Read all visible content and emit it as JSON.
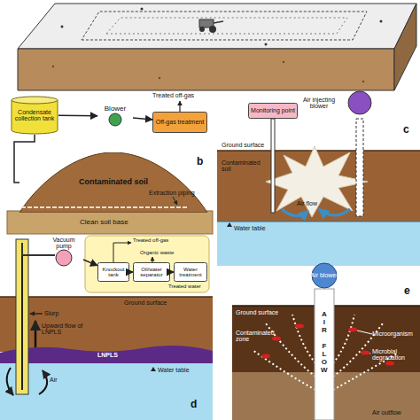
{
  "diagram": {
    "nodes": [
      {
        "text": [
          "Condensate collection tank"
        ]
      },
      {
        "text": [
          "Blower"
        ]
      },
      {
        "text": [
          "Off-gas treatment"
        ]
      },
      {
        "text": [
          "Contaminated soil"
        ]
      },
      {
        "text": [
          "Monitoring point"
        ]
      },
      {
        "text": [
          "Air injecting blower"
        ]
      },
      {
        "text": [
          "Vacuum pump"
        ]
      },
      {
        "text": [
          "Knockout tank"
        ]
      },
      {
        "text": [
          "Oil/water separator"
        ]
      },
      {
        "text": [
          "Water treatment"
        ]
      },
      {
        "text": [
          "Air blower"
        ]
      }
    ],
    "edges": [
      {
        "from": 3,
        "to": 0,
        "arrow": "none"
      },
      {
        "from": 0,
        "to": 1,
        "arrow": "to"
      },
      {
        "from": 1,
        "to": 2,
        "arrow": "to"
      },
      {
        "from": 6,
        "to": 7,
        "arrow": "to"
      },
      {
        "from": 7,
        "to": 8,
        "arrow": "to"
      },
      {
        "from": 8,
        "to": 9,
        "arrow": "to"
      }
    ],
    "labels": [
      "Treated off-gas",
      "Extraction piping",
      "Clean soil base",
      "b",
      "Ground surface",
      "Contaminated soil",
      "Air flow",
      "Water table",
      "c",
      "Treated off-gas",
      "Organic waste",
      "Treated water",
      "Ground surface",
      "Slurp",
      "Upward flow of LNPLS",
      "LNPLS",
      "Air",
      "Water table",
      "d",
      "Ground surface",
      "Contaminated zone",
      "Microorganism",
      "Microbial degradation",
      "AIR FLOW",
      "Air outflow",
      "e"
    ]
  }
}
